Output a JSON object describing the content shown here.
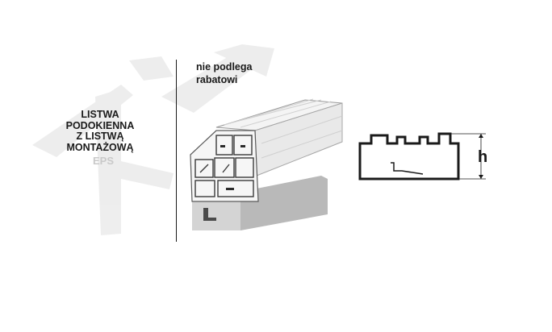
{
  "product": {
    "title_lines": [
      "LISTWA",
      "PODOKIENNA",
      "Z LISTWĄ",
      "MONTAŻOWĄ"
    ],
    "watermark": "EPS"
  },
  "note": {
    "lines": [
      "nie podlega",
      "rabatowi"
    ]
  },
  "drawing": {
    "dimension_label": "h"
  },
  "colors": {
    "text": "#1a1a1a",
    "watermark": "#e6e6e6",
    "profile_face": "#f2f2f2",
    "profile_shadow": "#9a9a9a",
    "base_block": "#b8b8b8"
  }
}
